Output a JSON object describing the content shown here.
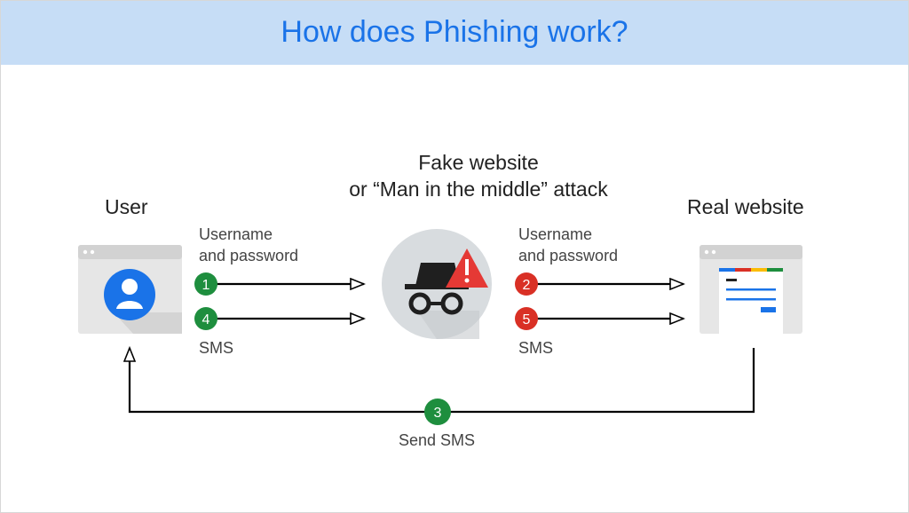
{
  "title": "How does Phishing work?",
  "nodes": {
    "user": "User",
    "fake_line1": "Fake website",
    "fake_line2": "or “Man in the middle” attack",
    "real": "Real website"
  },
  "flows": {
    "left_top_line1": "Username",
    "left_top_line2": "and password",
    "left_bottom": "SMS",
    "right_top_line1": "Username",
    "right_top_line2": "and password",
    "right_bottom": "SMS",
    "return_label": "Send SMS"
  },
  "steps": [
    "1",
    "4",
    "2",
    "5",
    "3"
  ],
  "colors": {
    "header_bg": "#c6ddf6",
    "title": "#1a73e8",
    "step_green": "#1e8e3e",
    "step_red": "#d93025",
    "avatar": "#1a73e8",
    "browser_bg": "#e8e8e8"
  },
  "icons": [
    "user-avatar-icon",
    "incognito-icon",
    "warning-icon",
    "webpage-icon"
  ]
}
